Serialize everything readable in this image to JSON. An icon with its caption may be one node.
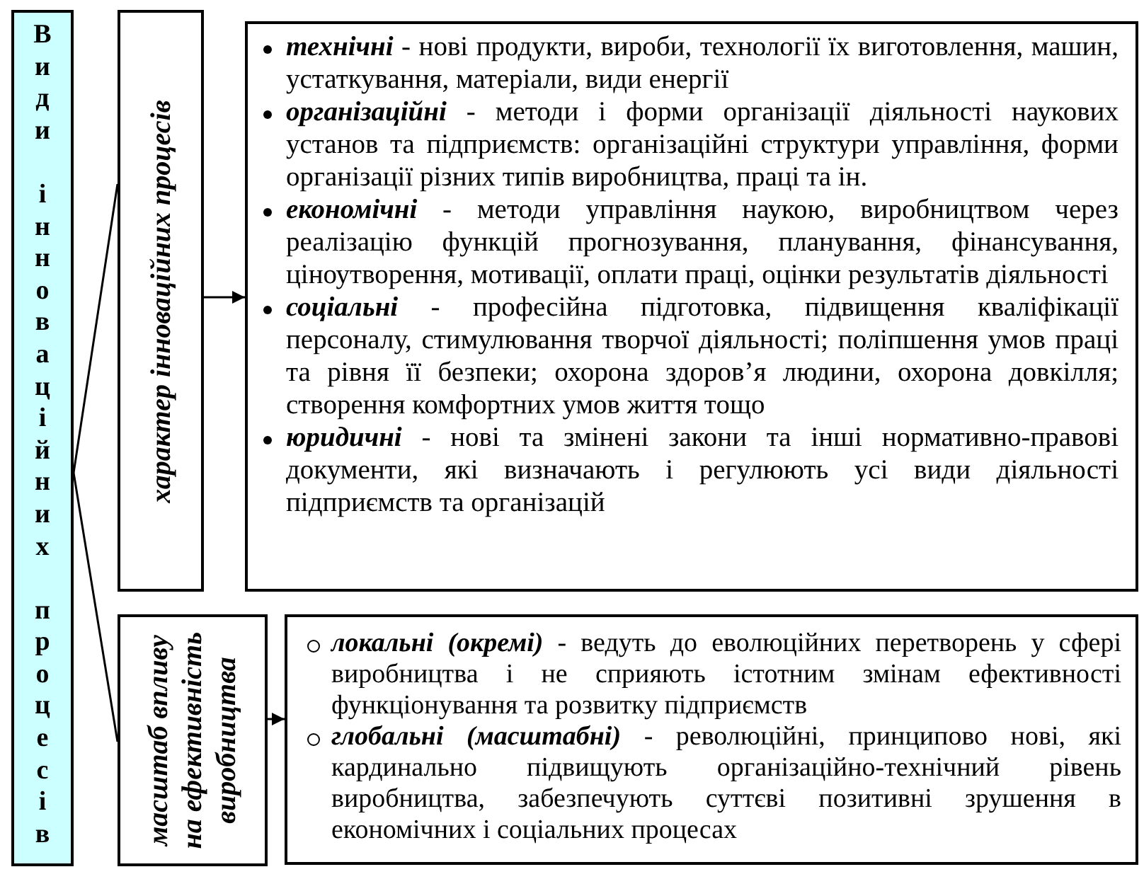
{
  "diagram": {
    "nodes": [
      {
        "text": [
          "Види інноваційних процесів"
        ]
      },
      {
        "text": [
          "характер інноваційних процесів"
        ]
      },
      {
        "text": [
          "**технічні** - нові продукти, вироби, технології їх виготовлення, машин, устаткування, матеріали, види енергії",
          "**організаційні** - методи і форми організації діяльності наукових установ та підприємств: організаційні структури управління, форми організації різних типів виробництва, праці та ін.",
          "**економічні** - методи управління наукою, виробництвом через реалізацію функцій прогнозування, планування, фінансування, ціноутворення, мотивації, оплати праці, оцінки результатів діяльності",
          "**соціальні** - професійна підготовка, підвищення кваліфікації персоналу, стимулювання творчої діяльності; поліпшення умов праці та рівня її безпеки; охорона здоров’я людини, охорона довкілля; створення комфортних умов життя тощо",
          "**юридичні** - нові та змінені закони та інші нормативно-правові документи, які визначають і регулюють усі види діяльності підприємств та організацій"
        ]
      },
      {
        "text": [
          "масштаб впливу на ефективність виробництва"
        ]
      },
      {
        "text": [
          "**локальні (окремі)** - ведуть до еволюційних перетворень у сфері виробництва і не сприяють істотним змінам ефективності функціонування та розвитку підприємств",
          "**глобальні (масштабні)** - революційні, принципово нові, які кардинально підвищують організаційно-технічний рівень виробництва, забезпечують суттєві позитивні зрушення в економічних і соціальних процесах"
        ]
      }
    ],
    "edges": [
      {
        "from": 0,
        "to": 1,
        "arrow": "none"
      },
      {
        "from": 0,
        "to": 3,
        "arrow": "none"
      },
      {
        "from": 1,
        "to": 2,
        "arrow": "to"
      },
      {
        "from": 3,
        "to": 4,
        "arrow": "to"
      }
    ]
  }
}
